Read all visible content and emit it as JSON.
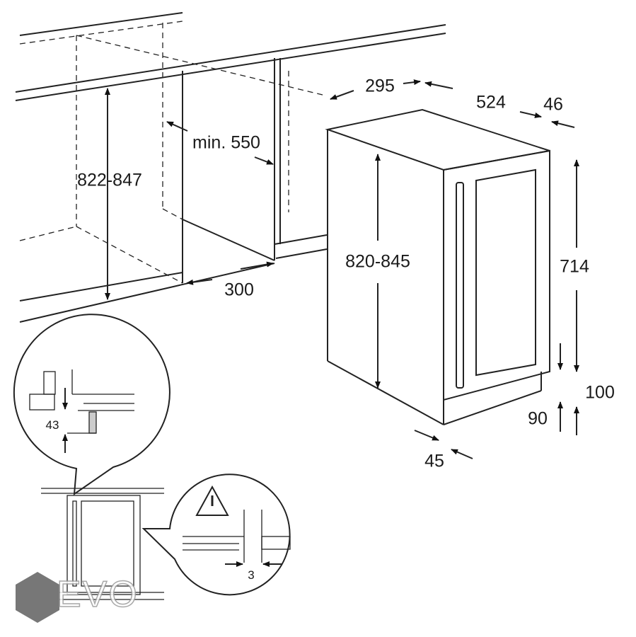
{
  "dimensions": {
    "niche_height": "822-847",
    "niche_depth_min": "min. 550",
    "plinth_depth": "300",
    "appliance_width": "295",
    "appliance_depth": "524",
    "door_depth": "46",
    "appliance_height": "820-845",
    "door_height": "714",
    "plinth_height_max": "100",
    "plinth_height_min": "90",
    "plinth_setback": "45",
    "top_clearance": "43",
    "side_gap": "3"
  },
  "warning_icon": "warning-triangle-icon",
  "logo": {
    "text": "EVO"
  }
}
